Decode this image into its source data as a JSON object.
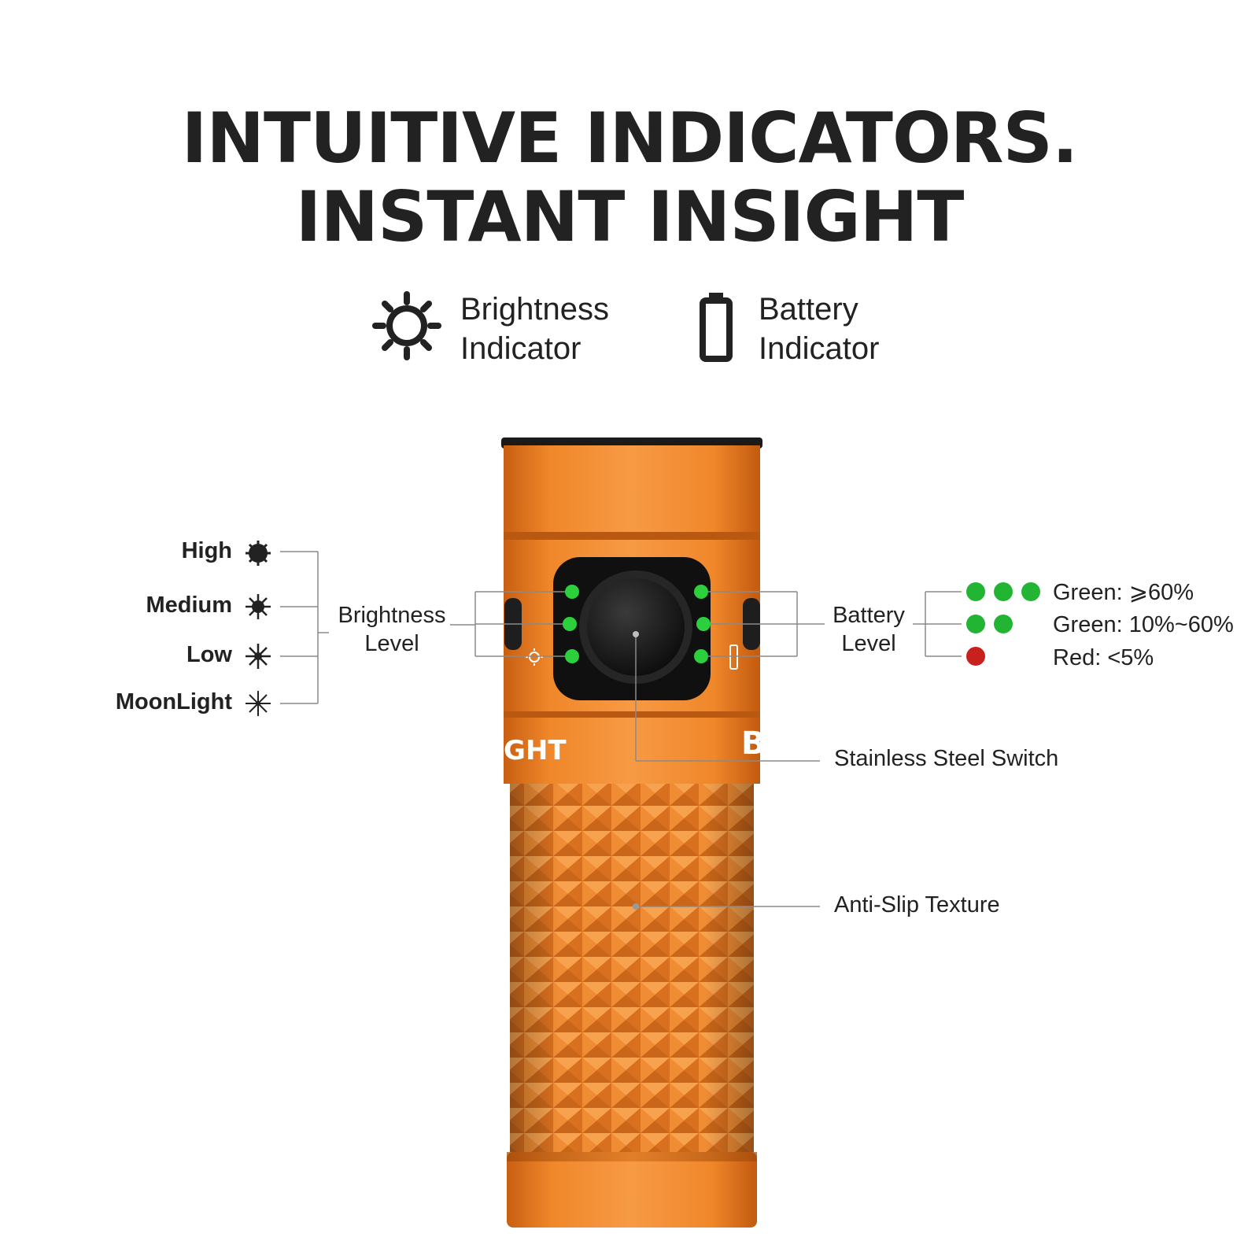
{
  "headline": {
    "line1": "INTUITIVE INDICATORS.",
    "line2": "INSTANT INSIGHT"
  },
  "legend": {
    "brightness": {
      "icon": "sun-icon",
      "line1": "Brightness",
      "line2": "Indicator"
    },
    "battery": {
      "icon": "battery-icon",
      "line1": "Battery",
      "line2": "Indicator"
    }
  },
  "brightness_modes": [
    {
      "label": "High",
      "icon": "high-mode-icon"
    },
    {
      "label": "Medium",
      "icon": "medium-mode-icon"
    },
    {
      "label": "Low",
      "icon": "low-mode-icon"
    },
    {
      "label": "MoonLight",
      "icon": "moonlight-mode-icon"
    }
  ],
  "brightness_level": {
    "line1": "Brightness",
    "line2": "Level"
  },
  "battery_level": {
    "line1": "Battery",
    "line2": "Level"
  },
  "battery_states": [
    {
      "label": "Green: ⩾60%",
      "dots": 3,
      "color": "#22b534"
    },
    {
      "label": "Green: 10%~60%",
      "dots": 2,
      "color": "#22b534"
    },
    {
      "label": "Red: <5%",
      "dots": 1,
      "color": "#c8201c"
    }
  ],
  "callouts": {
    "switch": "Stainless Steel Switch",
    "texture": "Anti-Slip Texture"
  },
  "product": {
    "body_color": "#ee8428",
    "brand_text": "GHT",
    "model_text": "Ba"
  }
}
